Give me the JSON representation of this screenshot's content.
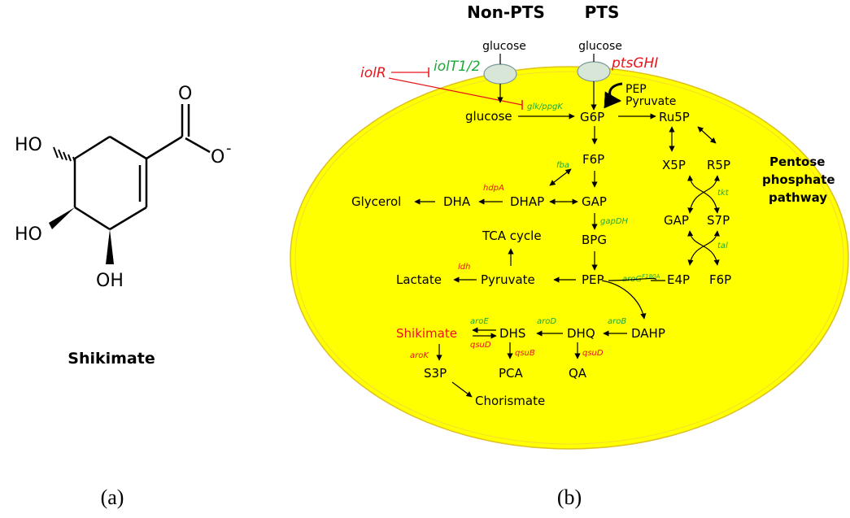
{
  "panel_a": {
    "caption": "(a)",
    "molecule_name": "Shikimate",
    "labels": {
      "ho1": "HO",
      "ho2": "HO",
      "oh": "OH",
      "o_top": "O",
      "o_minus": "O",
      "charge": "-"
    }
  },
  "panel_b": {
    "caption": "(b)",
    "headers": {
      "non_pts": "Non-PTS",
      "pts": "PTS"
    },
    "transport": {
      "glucose_out_1": "glucose",
      "glucose_out_2": "glucose",
      "iolT": "iolT1/2",
      "ptsGHI": "ptsGHI",
      "iolR": "iolR",
      "pep": "PEP",
      "pyruvate": "Pyruvate"
    },
    "metabolites": {
      "glucose_in": "glucose",
      "g6p": "G6P",
      "ru5p": "Ru5P",
      "f6p": "F6P",
      "x5p": "X5P",
      "r5p": "R5P",
      "glycerol": "Glycerol",
      "dha": "DHA",
      "dhap": "DHAP",
      "gap": "GAP",
      "gap2": "GAP",
      "s7p": "S7P",
      "tca": "TCA cycle",
      "bpg": "BPG",
      "lactate": "Lactate",
      "pyruvate": "Pyruvate",
      "pep": "PEP",
      "e4p": "E4P",
      "f6p2": "F6P",
      "shikimate": "Shikimate",
      "dhs": "DHS",
      "dhq": "DHQ",
      "dahp": "DAHP",
      "s3p": "S3P",
      "pca": "PCA",
      "qa": "QA",
      "chorismate": "Chorismate"
    },
    "enzymes": {
      "glk": "glk/ppgK",
      "fba": "fba",
      "hdpA": "hdpA",
      "gapDH": "gapDH",
      "tkt": "tkt",
      "tal": "tal",
      "ldh": "ldh",
      "aroG": "aroG",
      "aroG_sup": "F180A",
      "aroE": "aroE",
      "aroD": "aroD",
      "aroB": "aroB",
      "qsuD1": "qsuD",
      "qsuB": "qsuB",
      "qsuD2": "qsuD",
      "aroK": "aroK"
    },
    "pathway_label": [
      "Pentose",
      "phosphate",
      "pathway"
    ]
  },
  "colors": {
    "cell_fill": "#ffff00",
    "cell_stroke": "#e0c020",
    "transporter": "#d8e6d8",
    "green": "#1fa83a",
    "red": "#e8141b"
  }
}
